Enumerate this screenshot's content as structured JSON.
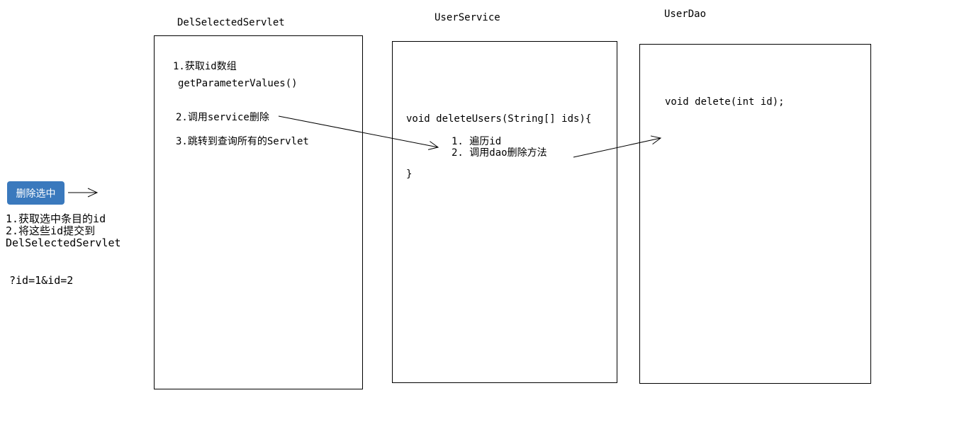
{
  "colors": {
    "button_bg": "#3A79BD",
    "button_text": "#ffffff",
    "line": "#000000",
    "background": "#ffffff"
  },
  "delete_button": {
    "label": "删除选中"
  },
  "left_notes": {
    "line1": "1.获取选中条目的id",
    "line2": "2.将这些id提交到",
    "line3": "DelSelectedServlet",
    "query_string": "?id=1&id=2"
  },
  "boxes": [
    {
      "title": "DelSelectedServlet",
      "lines": [
        "1.获取id数组",
        "getParameterValues()",
        "2.调用service删除",
        "3.跳转到查询所有的Servlet"
      ]
    },
    {
      "title": "UserService",
      "lines": [
        "void deleteUsers(String[] ids){",
        "1. 遍历id",
        "2. 调用dao删除方法",
        "}"
      ]
    },
    {
      "title": "UserDao",
      "lines": [
        "void delete(int id);"
      ]
    }
  ],
  "arrows": [
    {
      "name": "button-to-servlet-arrow"
    },
    {
      "name": "servlet-to-service-arrow"
    },
    {
      "name": "service-to-dao-arrow"
    }
  ]
}
